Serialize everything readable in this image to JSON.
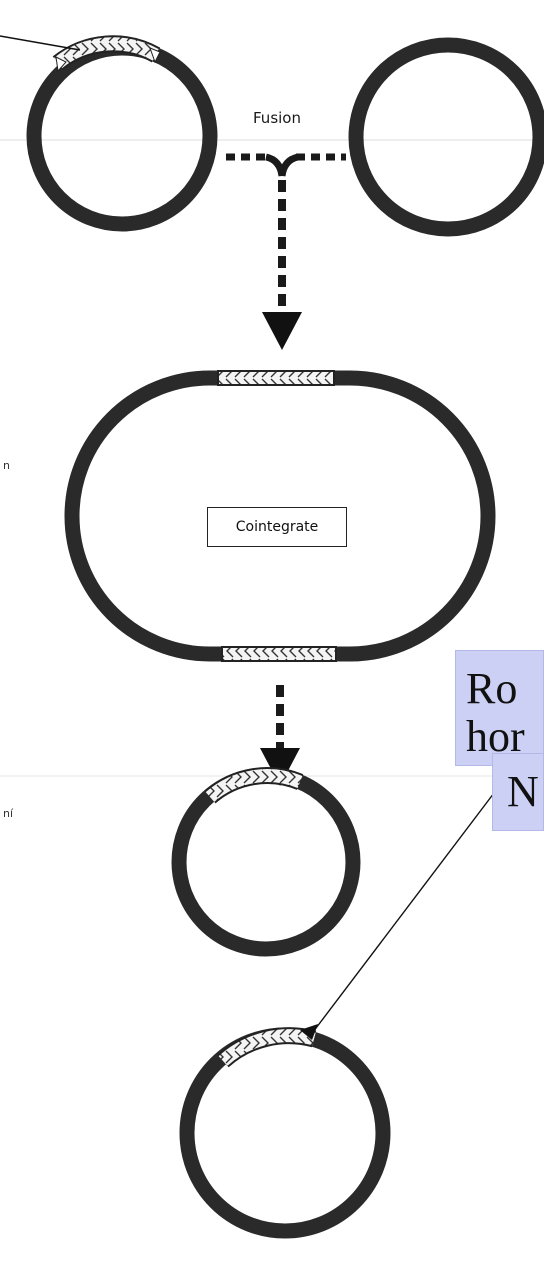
{
  "diagram": {
    "fusion_label": "Fusion",
    "cointegrate_label": "Cointegrate"
  },
  "callouts": {
    "ro_text": "Ro\nhor",
    "n_text": "N",
    "background_color": "#ccd0f4"
  },
  "margin_fragments": {
    "fragment_a": "n",
    "fragment_b": "ní"
  }
}
